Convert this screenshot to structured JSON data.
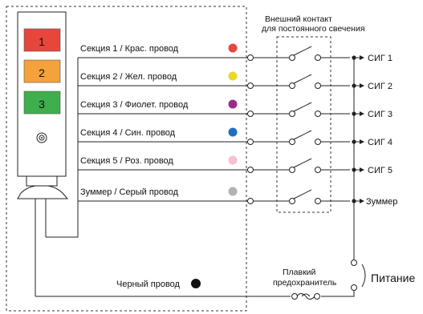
{
  "tower": {
    "segments": [
      {
        "label": "1",
        "color": "#e8453c"
      },
      {
        "label": "2",
        "color": "#f3a23c"
      },
      {
        "label": "3",
        "color": "#3fae4c"
      }
    ],
    "buzzer_icon": "buzzer-icon"
  },
  "external_contact": {
    "title_line1": "Внешний контакт",
    "title_line2": "для постоянного свечения"
  },
  "wires": [
    {
      "label": "Секция 1 / Крас. провод",
      "color": "#e8453c",
      "output": "СИГ 1"
    },
    {
      "label": "Секция 2 / Жел. провод",
      "color": "#ecd62a",
      "output": "СИГ 2"
    },
    {
      "label": "Секция 3 / Фиолет. провод",
      "color": "#9b2a8e",
      "output": "СИГ 3"
    },
    {
      "label": "Секция 4 / Син. провод",
      "color": "#1f6fbf",
      "output": "СИГ 4"
    },
    {
      "label": "Секция 5 / Роз. провод",
      "color": "#f5c0d6",
      "output": "СИГ 5"
    },
    {
      "label": "Зуммер / Серый провод",
      "color": "#b3b3b3",
      "output": "Зуммер"
    }
  ],
  "black_wire": {
    "label": "Черный провод",
    "color": "#111111"
  },
  "fuse": {
    "line1": "Плавкий",
    "line2": "предохранитель"
  },
  "power_label": "Питание"
}
